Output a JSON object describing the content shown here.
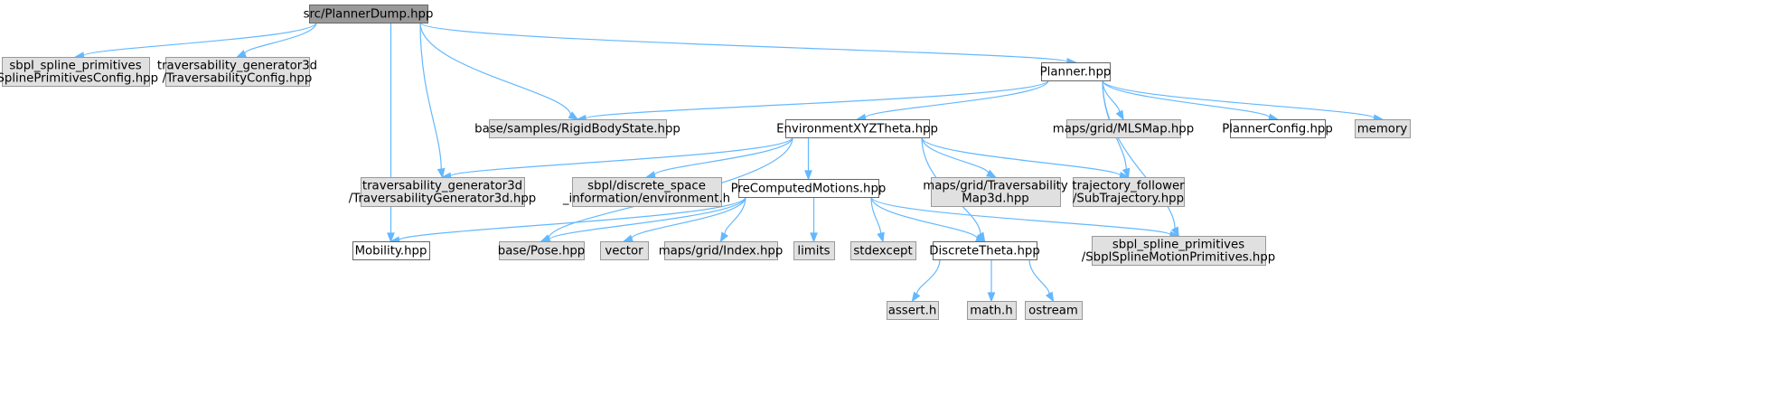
{
  "colors": {
    "root_fill": "#999999",
    "root_stroke": "#666666",
    "local_fill": "#ffffff",
    "local_stroke": "#666666",
    "external_fill": "#e0e0e0",
    "external_stroke": "#999999",
    "edge": "#63b8ff"
  },
  "nodes": [
    {
      "id": "planner_dump",
      "kind": "root",
      "lines": [
        "src/PlannerDump.hpp"
      ]
    },
    {
      "id": "spline_primitives_config",
      "kind": "external",
      "lines": [
        "sbpl_spline_primitives",
        "/SplinePrimitivesConfig.hpp"
      ]
    },
    {
      "id": "traversability_config",
      "kind": "external",
      "lines": [
        "traversability_generator3d",
        "/TraversabilityConfig.hpp"
      ]
    },
    {
      "id": "planner",
      "kind": "local",
      "lines": [
        "Planner.hpp"
      ]
    },
    {
      "id": "rigid_body_state",
      "kind": "external",
      "lines": [
        "base/samples/RigidBodyState.hpp"
      ]
    },
    {
      "id": "environment_xyz_theta",
      "kind": "local",
      "lines": [
        "EnvironmentXYZTheta.hpp"
      ]
    },
    {
      "id": "mls_map",
      "kind": "external",
      "lines": [
        "maps/grid/MLSMap.hpp"
      ]
    },
    {
      "id": "planner_config",
      "kind": "local",
      "lines": [
        "PlannerConfig.hpp"
      ]
    },
    {
      "id": "memory",
      "kind": "external",
      "lines": [
        "memory"
      ]
    },
    {
      "id": "traversability_generator",
      "kind": "external",
      "lines": [
        "traversability_generator3d",
        "/TraversabilityGenerator3d.hpp"
      ]
    },
    {
      "id": "environment_h",
      "kind": "external",
      "lines": [
        "sbpl/discrete_space",
        "_information/environment.h"
      ]
    },
    {
      "id": "precomputed_motions",
      "kind": "local",
      "lines": [
        "PreComputedMotions.hpp"
      ]
    },
    {
      "id": "traversability_map3d",
      "kind": "external",
      "lines": [
        "maps/grid/Traversability",
        "Map3d.hpp"
      ]
    },
    {
      "id": "sub_trajectory",
      "kind": "external",
      "lines": [
        "trajectory_follower",
        "/SubTrajectory.hpp"
      ]
    },
    {
      "id": "mobility",
      "kind": "local",
      "lines": [
        "Mobility.hpp"
      ]
    },
    {
      "id": "pose",
      "kind": "external",
      "lines": [
        "base/Pose.hpp"
      ]
    },
    {
      "id": "vector",
      "kind": "external",
      "lines": [
        "vector"
      ]
    },
    {
      "id": "index",
      "kind": "external",
      "lines": [
        "maps/grid/Index.hpp"
      ]
    },
    {
      "id": "limits",
      "kind": "external",
      "lines": [
        "limits"
      ]
    },
    {
      "id": "stdexcept",
      "kind": "external",
      "lines": [
        "stdexcept"
      ]
    },
    {
      "id": "discrete_theta",
      "kind": "local",
      "lines": [
        "DiscreteTheta.hpp"
      ]
    },
    {
      "id": "sbpl_spline_motion_primitives",
      "kind": "external",
      "lines": [
        "sbpl_spline_primitives",
        "/SbplSplineMotionPrimitives.hpp"
      ]
    },
    {
      "id": "assert_h",
      "kind": "external",
      "lines": [
        "assert.h"
      ]
    },
    {
      "id": "math_h",
      "kind": "external",
      "lines": [
        "math.h"
      ]
    },
    {
      "id": "ostream",
      "kind": "external",
      "lines": [
        "ostream"
      ]
    }
  ],
  "edges": [
    {
      "from": "planner_dump",
      "to": "spline_primitives_config"
    },
    {
      "from": "planner_dump",
      "to": "traversability_config"
    },
    {
      "from": "planner_dump",
      "to": "planner"
    },
    {
      "from": "planner_dump",
      "to": "rigid_body_state"
    },
    {
      "from": "planner_dump",
      "to": "traversability_generator"
    },
    {
      "from": "planner_dump",
      "to": "mobility"
    },
    {
      "from": "planner",
      "to": "rigid_body_state"
    },
    {
      "from": "planner",
      "to": "environment_xyz_theta"
    },
    {
      "from": "planner",
      "to": "mls_map"
    },
    {
      "from": "planner",
      "to": "planner_config"
    },
    {
      "from": "planner",
      "to": "memory"
    },
    {
      "from": "planner",
      "to": "sub_trajectory"
    },
    {
      "from": "planner",
      "to": "sbpl_spline_motion_primitives"
    },
    {
      "from": "environment_xyz_theta",
      "to": "traversability_generator"
    },
    {
      "from": "environment_xyz_theta",
      "to": "environment_h"
    },
    {
      "from": "environment_xyz_theta",
      "to": "precomputed_motions"
    },
    {
      "from": "environment_xyz_theta",
      "to": "traversability_map3d"
    },
    {
      "from": "environment_xyz_theta",
      "to": "sub_trajectory"
    },
    {
      "from": "environment_xyz_theta",
      "to": "pose"
    },
    {
      "from": "environment_xyz_theta",
      "to": "discrete_theta"
    },
    {
      "from": "precomputed_motions",
      "to": "mobility"
    },
    {
      "from": "precomputed_motions",
      "to": "pose"
    },
    {
      "from": "precomputed_motions",
      "to": "vector"
    },
    {
      "from": "precomputed_motions",
      "to": "index"
    },
    {
      "from": "precomputed_motions",
      "to": "limits"
    },
    {
      "from": "precomputed_motions",
      "to": "stdexcept"
    },
    {
      "from": "precomputed_motions",
      "to": "discrete_theta"
    },
    {
      "from": "precomputed_motions",
      "to": "sbpl_spline_motion_primitives"
    },
    {
      "from": "discrete_theta",
      "to": "assert_h"
    },
    {
      "from": "discrete_theta",
      "to": "math_h"
    },
    {
      "from": "discrete_theta",
      "to": "ostream"
    }
  ]
}
